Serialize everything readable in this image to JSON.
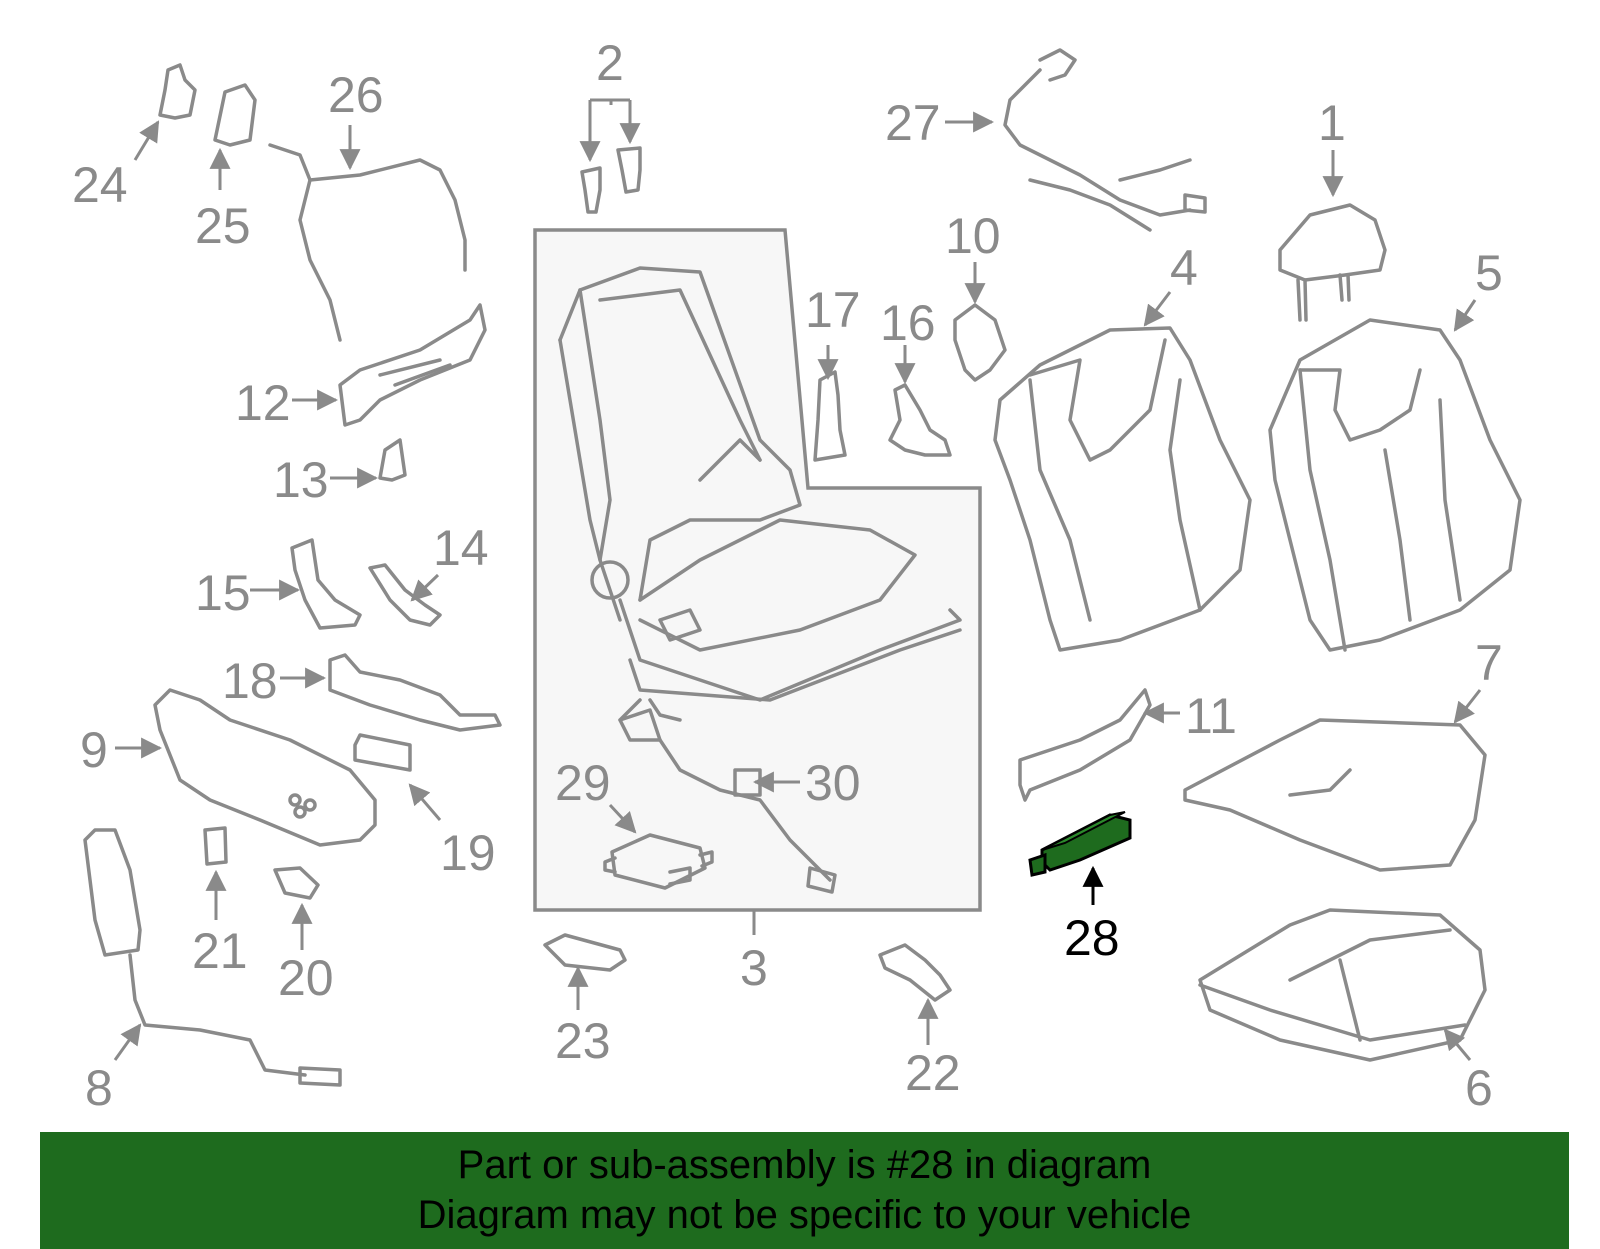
{
  "diagram": {
    "highlight_part": "28",
    "highlight_color": "#1e6b1e",
    "line_color": "#8a8a8a",
    "callouts": [
      "1",
      "2",
      "3",
      "4",
      "5",
      "6",
      "7",
      "8",
      "9",
      "10",
      "11",
      "12",
      "13",
      "14",
      "15",
      "16",
      "17",
      "18",
      "19",
      "20",
      "21",
      "22",
      "23",
      "24",
      "25",
      "26",
      "27",
      "28",
      "29",
      "30"
    ]
  },
  "banner": {
    "line1": "Part or sub-assembly is #28 in diagram",
    "line2": "Diagram may not be specific to your vehicle",
    "background": "#1e6b1e"
  }
}
